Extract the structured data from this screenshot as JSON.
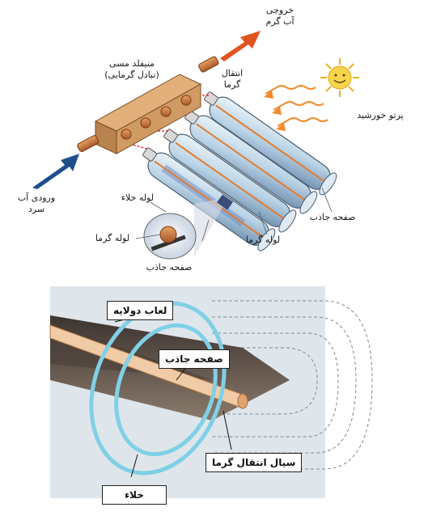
{
  "top_diagram": {
    "labels": {
      "hot_water_out": [
        "خروجی",
        "آب گرم"
      ],
      "manifold": [
        "منیفلد مسی",
        "(تبادل گرمایی)"
      ],
      "heat_transfer": [
        "انتقال",
        "گرما"
      ],
      "solar_rays": "پرتو خورشید",
      "cold_water_in": [
        "ورودی آب",
        "سرد"
      ],
      "vacuum_tube": "لوله خلاء",
      "heat_pipe_inset": "لوله گرما",
      "absorber_inset": "صفحه جاذب",
      "heat_pipe": "لوله گرما",
      "absorber": "صفحه جاذب"
    }
  },
  "bottom_diagram": {
    "labels": {
      "double_glass": "لعاب دولایه",
      "absorber": "صفحه جاذب",
      "heat_fluid": "سیال انتقال گرما",
      "vacuum": "خلاء"
    }
  },
  "colors": {
    "copper": "#c8743a",
    "hot_arrow": "#e0541f",
    "cold_arrow": "#1f4e8c",
    "glass_blue": "#7fd0e6",
    "sun": "#f7d54a",
    "absorber_dark": "#5a4a3e",
    "heat_arrow_red": "#e0211d"
  }
}
